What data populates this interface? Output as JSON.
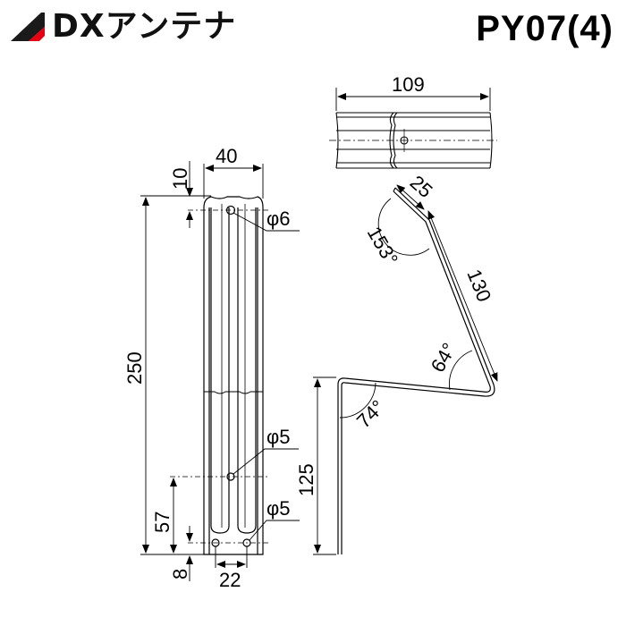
{
  "header": {
    "brand": "DXアンテナ",
    "model": "PY07(4)",
    "brand_colors": {
      "black": "#1a1a1a",
      "red": "#e60012"
    }
  },
  "front_view": {
    "width_label": "40",
    "height_label": "250",
    "top_hole_offset_label": "10",
    "top_hole_label": "φ6",
    "middle_hole_label": "φ5",
    "middle_hole_height_label": "57",
    "bottom_holes_label": "φ5",
    "bottom_holes_offset_label": "8",
    "bottom_holes_spacing_label": "22"
  },
  "top_view": {
    "width_label": "109"
  },
  "side_view": {
    "tip_length_label": "25",
    "tip_angle_label": "153°",
    "arm_length_label": "130",
    "arm_angle_label": "64°",
    "base_angle_label": "74°",
    "base_height_label": "125"
  }
}
